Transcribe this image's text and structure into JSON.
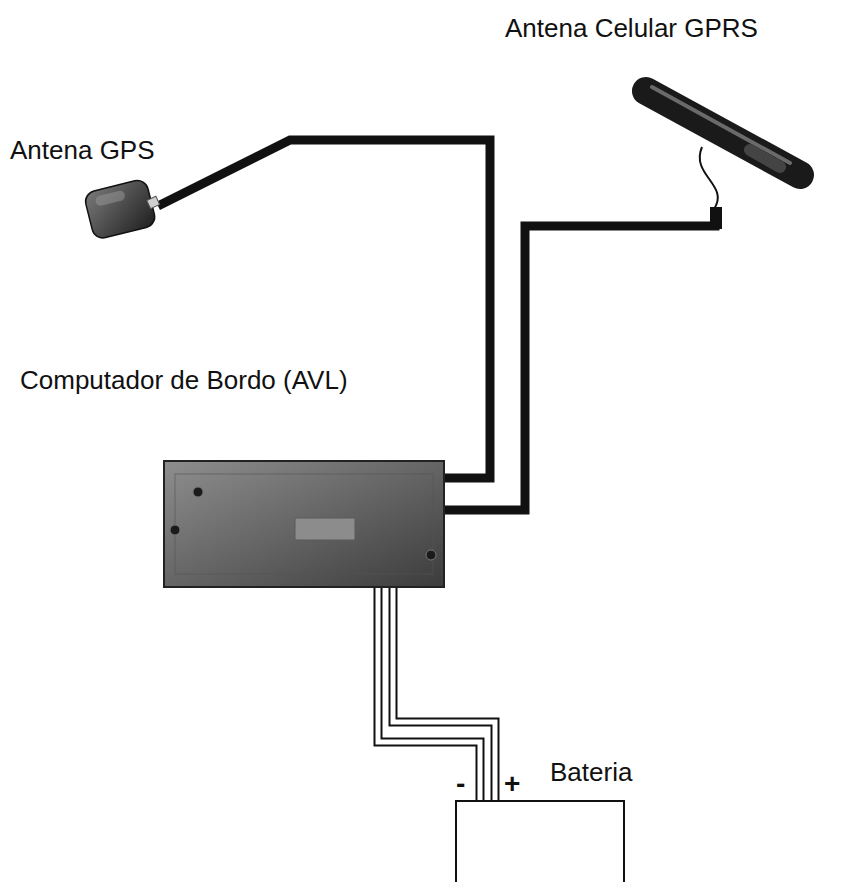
{
  "diagram": {
    "nodes": [
      {
        "text": [
          "Antena GPS"
        ]
      },
      {
        "text": [
          "Antena Celular GPRS"
        ]
      },
      {
        "text": [
          "Computador de Bordo (AVL)"
        ]
      },
      {
        "text": [
          "Bateria"
        ]
      }
    ],
    "edges": [
      {
        "from": 0,
        "to": 2,
        "arrow": "none"
      },
      {
        "from": 1,
        "to": 2,
        "arrow": "none"
      },
      {
        "from": 2,
        "to": 3,
        "arrow": "none"
      },
      {
        "from": 2,
        "to": 3,
        "arrow": "none"
      }
    ],
    "labels": [
      "-",
      "+"
    ]
  }
}
